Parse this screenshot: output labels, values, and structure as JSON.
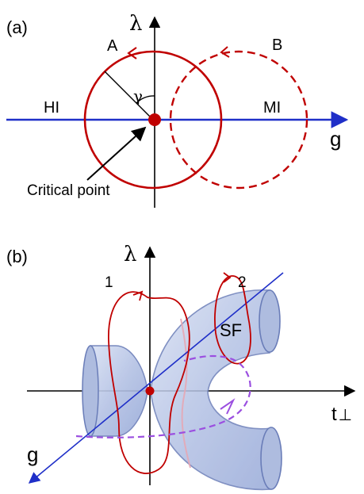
{
  "panel_a": {
    "tag": "(a)",
    "axis_vertical": "λ",
    "axis_horizontal": "g",
    "loop_a": "A",
    "loop_b": "B",
    "angle": "γ",
    "left_phase": "HI",
    "right_phase": "MI",
    "critical_point": "Critical point"
  },
  "panel_b": {
    "tag": "(b)",
    "axis_vertical": "λ",
    "axis_horizontal": "t",
    "axis_horizontal_sub": "⊥",
    "axis_depth": "g",
    "loop_1": "1",
    "loop_2": "2",
    "region": "SF"
  },
  "colors": {
    "axis": "#1f2fc8",
    "loop": "#c00000",
    "dot": "#c00000",
    "path": "#9b4fe0",
    "tube_fill": "#b9c6e6",
    "tube_stroke": "#6a7db8"
  }
}
